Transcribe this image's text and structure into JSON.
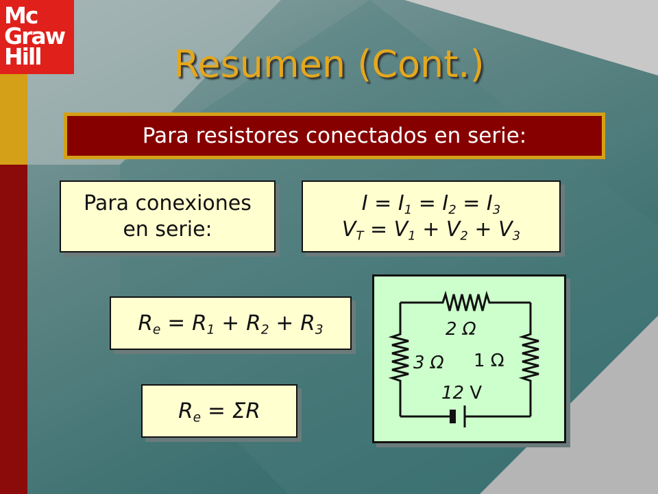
{
  "logo": {
    "line1": "Mc",
    "line2": "Graw",
    "line3": "Hill"
  },
  "title": "Resumen (Cont.)",
  "banner": "Para resistores conectados en serie:",
  "series_label": {
    "line1": "Para conexiones",
    "line2": "en serie:"
  },
  "equations": {
    "current": {
      "lhs": "I",
      "eq": " = ",
      "t1": "I",
      "s1": "1",
      "t2": "I",
      "s2": "2",
      "t3": "I",
      "s3": "3"
    },
    "voltage": {
      "lhs": "V",
      "lsub": "T",
      "eq": " = ",
      "t1": "V",
      "s1": "1",
      "plus": " + ",
      "t2": "V",
      "s2": "2",
      "t3": "V",
      "s3": "3"
    },
    "resistance_sum": {
      "lhs": "R",
      "lsub": "e",
      "eq": " = ",
      "t1": "R",
      "s1": "1",
      "plus": " + ",
      "t2": "R",
      "s2": "2",
      "t3": "R",
      "s3": "3"
    },
    "resistance_sigma": {
      "lhs": "R",
      "lsub": "e",
      "rhs": " = ΣR"
    }
  },
  "circuit": {
    "r_top": "2 Ω",
    "r_left": "3 Ω",
    "r_right": "1 Ω",
    "battery_value": "12",
    "battery_unit": "V"
  },
  "colors": {
    "title": "#e4a81e",
    "banner_bg": "#870000",
    "banner_border": "#d4a017",
    "box_bg": "#ffffd0",
    "circuit_bg": "#ccffcc",
    "logo_bg": "#e0201b"
  }
}
